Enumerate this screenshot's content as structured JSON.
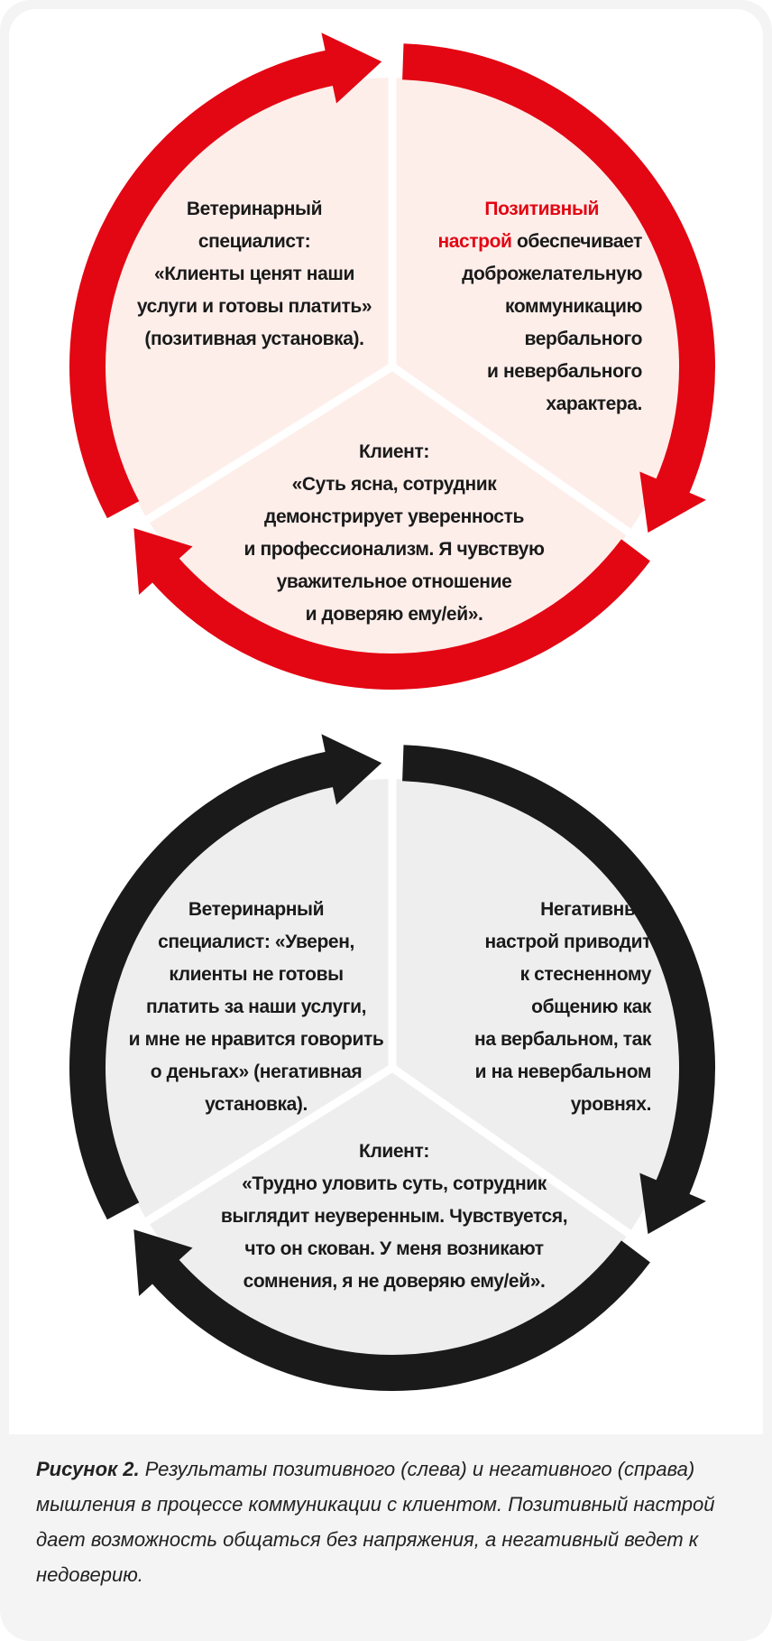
{
  "colors": {
    "positive_ring": "#e30613",
    "positive_fill": "#fdeeea",
    "negative_ring": "#1a1a1a",
    "negative_fill": "#eeeeee"
  },
  "positive": {
    "vet": [
      "Ветеринарный",
      "специалист:",
      "«Клиенты ценят наши",
      "услуги и готовы платить»",
      "(позитивная установка)."
    ],
    "mood_highlight_1": "Позитивный",
    "mood_highlight_2": "настрой",
    "mood_rest_1": " обеспечивает",
    "mood": [
      "доброжелательную",
      "коммуникацию",
      "вербального",
      "и невербального",
      "характера."
    ],
    "client": [
      "Клиент:",
      "«Суть ясна, сотрудник",
      "демонстрирует уверенность",
      "и профессионализм. Я чувствую",
      "уважительное отношение",
      "и доверяю ему/ей»."
    ]
  },
  "negative": {
    "vet": [
      "Ветеринарный",
      "специалист: «Уверен,",
      "клиенты не готовы",
      "платить за наши услуги,",
      "и мне не нравится говорить",
      "о деньгах» (негативная",
      "установка)."
    ],
    "mood": [
      "Негативный",
      "настрой приводит",
      "к стесненному",
      "общению как",
      "на вербальном, так",
      "и на невербальном",
      "уровнях."
    ],
    "client": [
      "Клиент:",
      "«Трудно уловить суть, сотрудник",
      "выглядит неуверенным. Чувствуется,",
      "что он скован. У меня возникают",
      "сомнения, я не доверяю ему/ей»."
    ]
  },
  "caption": {
    "label": "Рисунок 2.",
    "text": " Результаты позитивного (слева) и негативного (справа) мышления в процессе коммуникации с клиентом. Позитивный настрой дает возможность общаться без напряжения, а негативный ведет к недоверию."
  }
}
